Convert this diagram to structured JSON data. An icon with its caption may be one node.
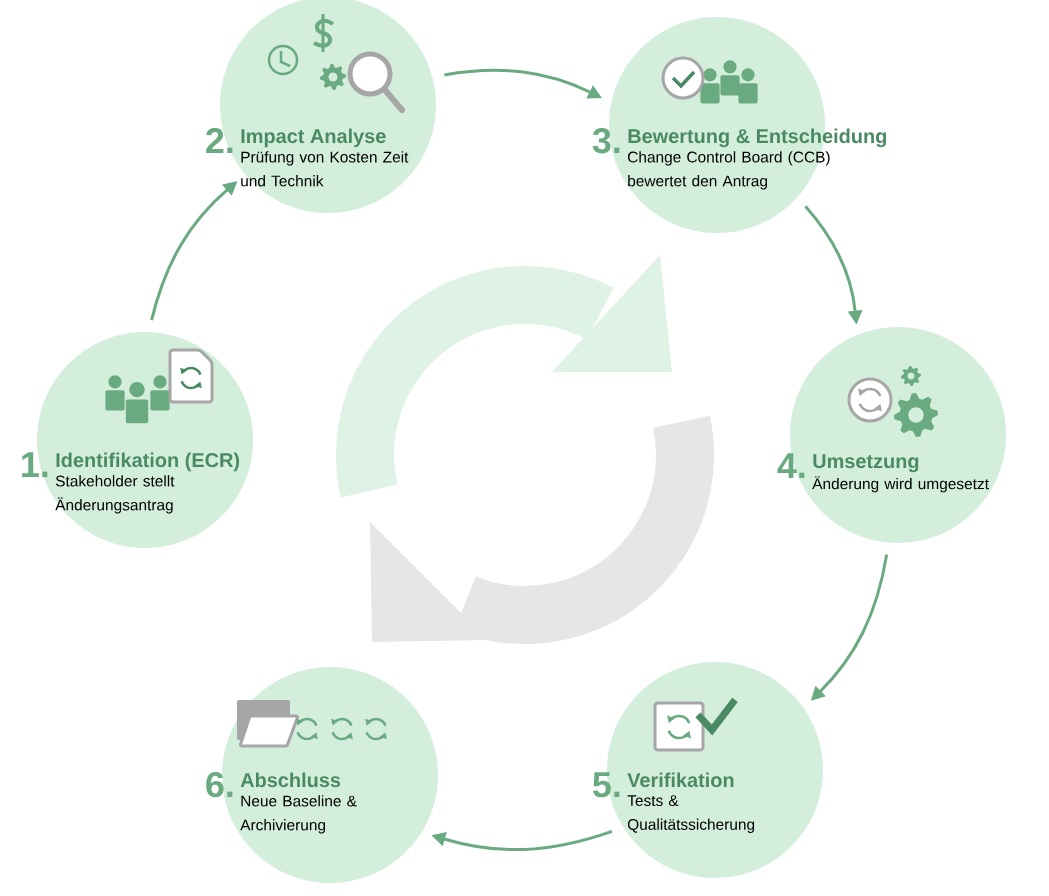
{
  "diagram": {
    "nodes": [
      {
        "text": [
          "1.",
          "Identifikation (ECR)",
          "Stakeholder stellt Änderungsantrag"
        ]
      },
      {
        "text": [
          "2.",
          "Impact Analyse",
          "Prüfung von Kosten Zeit und Technik"
        ]
      },
      {
        "text": [
          "3.",
          "Bewertung & Entscheidung",
          "Change Control Board (CCB) bewertet den Antrag"
        ]
      },
      {
        "text": [
          "4.",
          "Umsetzung",
          "Änderung wird umgesetzt"
        ]
      },
      {
        "text": [
          "5.",
          "Verifikation",
          "Tests & Qualitätssicherung"
        ]
      },
      {
        "text": [
          "6.",
          "Abschluss",
          "Neue Baseline & Archivierung"
        ]
      }
    ],
    "edges": [
      {
        "from": 0,
        "to": 1,
        "arrow": "to"
      },
      {
        "from": 1,
        "to": 2,
        "arrow": "to"
      },
      {
        "from": 2,
        "to": 3,
        "arrow": "to"
      },
      {
        "from": 3,
        "to": 4,
        "arrow": "to"
      },
      {
        "from": 4,
        "to": 5,
        "arrow": "to"
      }
    ]
  }
}
